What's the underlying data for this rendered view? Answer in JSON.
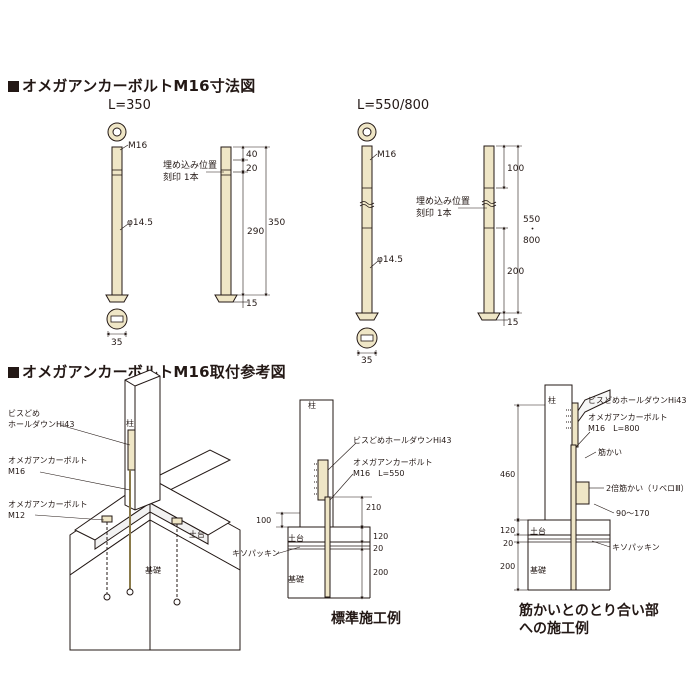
{
  "section1": {
    "title": "オメガアンカーボルトM16寸法図"
  },
  "section2": {
    "title": "オメガアンカーボルトM16取付参考図"
  },
  "colors": {
    "bolt_fill": "#efe6c6",
    "line": "#231815",
    "dim": "#444444"
  },
  "bolt350": {
    "length_label": "L=350",
    "thread": "M16",
    "diameter": "φ14.5",
    "width": "35",
    "mark_note_1": "埋め込み位置",
    "mark_note_2": "刻印 1本",
    "dims": {
      "top": "40",
      "second": "20",
      "total": "350",
      "body": "290",
      "bottom": "15"
    }
  },
  "bolt550": {
    "length_label": "L=550/800",
    "thread": "M16",
    "diameter": "φ14.5",
    "width": "35",
    "mark_note_1": "埋め込み位置",
    "mark_note_2": "刻印 1本",
    "dims": {
      "top": "100",
      "total_a": "550",
      "total_sep": "・",
      "total_b": "800",
      "lower": "200",
      "bottom": "15"
    }
  },
  "iso": {
    "screw_holdown": "ビスどめ",
    "screw_holdown_2": "ホールダウンHi43",
    "omega_m16_1": "オメガアンカーボルト",
    "omega_m16_2": "M16",
    "omega_m12_1": "オメガアンカーボルト",
    "omega_m12_2": "M12",
    "post": "柱",
    "sill": "土台",
    "foundation": "基礎"
  },
  "standard": {
    "post": "柱",
    "holdown": "ビスどめホールダウンHi43",
    "bolt_1": "オメガアンカーボルト",
    "bolt_2": "M16　L=550",
    "sill": "土台",
    "packing": "キソパッキン",
    "foundation": "基礎",
    "dims": {
      "d210": "210",
      "d100": "100",
      "d120": "120",
      "d20": "20",
      "d200": "200"
    },
    "caption": "標準施工例"
  },
  "brace": {
    "post": "柱",
    "holdown": "ビスどめホールダウンHi43",
    "bolt_1": "オメガアンカーボルト",
    "bolt_2": "M16　L=800",
    "brace": "筋かい",
    "double_brace": "2倍筋かい（リベロⅢ）",
    "range": "90〜170",
    "sill": "土台",
    "packing": "キソパッキン",
    "foundation": "基礎",
    "dims": {
      "d460": "460",
      "d120": "120",
      "d20": "20",
      "d200": "200"
    },
    "caption_1": "筋かいとのとり合い部",
    "caption_2": "への施工例"
  }
}
